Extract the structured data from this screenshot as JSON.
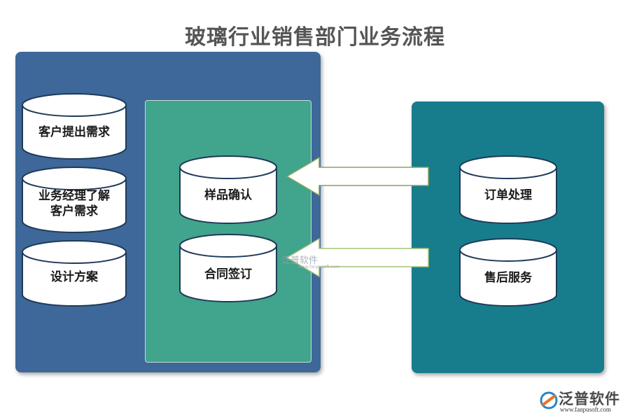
{
  "title": "玻璃行业销售部门业务流程",
  "left_column": {
    "items": [
      {
        "label": "客户提出需求"
      },
      {
        "label_line1": "业务经理了解",
        "label_line2": "客户需求"
      },
      {
        "label": "设计方案"
      }
    ]
  },
  "middle_column": {
    "items": [
      {
        "label": "样品确认"
      },
      {
        "label": "合同签订"
      }
    ]
  },
  "right_column": {
    "items": [
      {
        "label": "订单处理"
      },
      {
        "label": "售后服务"
      }
    ]
  },
  "watermark": {
    "text": "泛普软件",
    "sub": "www.fanpusoft.com"
  },
  "logo": {
    "text": "泛普软件",
    "url": "www.fanpusoft.com"
  },
  "colors": {
    "left_panel": "#3d6899",
    "middle_panel": "#41a48c",
    "right_panel": "#177d8d",
    "cylinder_fill": "#ffffff",
    "arrow_fill": "#ffffff"
  }
}
